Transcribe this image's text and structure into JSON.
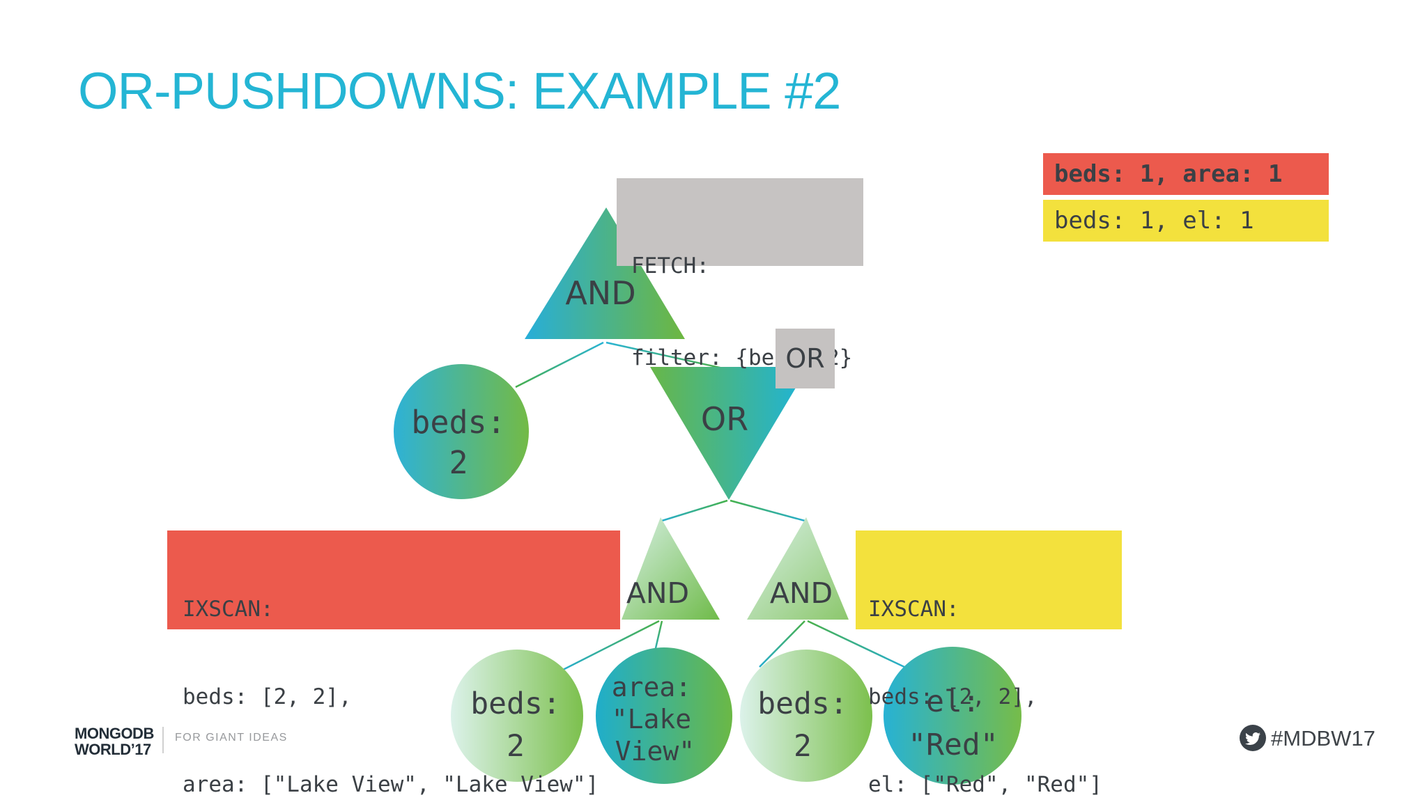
{
  "title": "OR-PUSHDOWNS: EXAMPLE #2",
  "legend": {
    "red": "beds: 1, area: 1",
    "yellow": "beds: 1, el: 1"
  },
  "fetch_box": {
    "line1": "FETCH:",
    "line2": "filter: {beds: 2}"
  },
  "or_tag": "OR",
  "tree": {
    "root_and": "AND",
    "or": "OR",
    "and_left": "AND",
    "and_right": "AND",
    "leaf_beds_root": {
      "line1": "beds:",
      "line2": "2"
    },
    "leaf_beds_left": {
      "line1": "beds:",
      "line2": "2"
    },
    "leaf_area": {
      "line1": "area:",
      "line2": "\"Lake",
      "line3": "View\""
    },
    "leaf_beds_right": {
      "line1": "beds:",
      "line2": "2"
    },
    "leaf_el": {
      "line1": "el:",
      "line2": "\"Red\""
    }
  },
  "ixscan_left": {
    "line1": "IXSCAN:",
    "line2": "beds: [2, 2],",
    "line3": "area: [\"Lake View\", \"Lake View\"]"
  },
  "ixscan_right": {
    "line1": "IXSCAN:",
    "line2": "beds: [2, 2],",
    "line3": "el: [\"Red\", \"Red\"]"
  },
  "footer": {
    "brand_top": "MONGODB",
    "brand_bottom": "WORLD’17",
    "tagline": "FOR GIANT IDEAS",
    "hashtag": "#MDBW17",
    "twitter_icon": "twitter-bird"
  },
  "colors": {
    "title_cyan": "#24b5d4",
    "red": "#ec5a4d",
    "yellow": "#f3e13d",
    "gray": "#c6c3c2",
    "text_dark": "#3b4045",
    "cyan": "#28b0d4",
    "green": "#6eb843",
    "pale_mint": "#d8f0e6"
  }
}
